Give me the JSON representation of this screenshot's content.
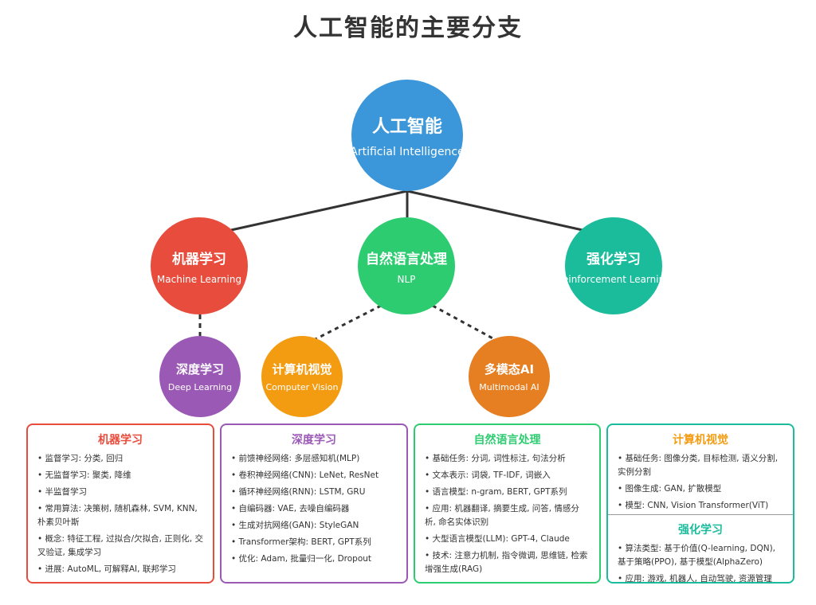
{
  "title": "人工智能的主要分支",
  "nodes": {
    "root": {
      "zh": "人工智能",
      "en": "Artificial Intelligence"
    },
    "ml": {
      "zh": "机器学习",
      "en": "Machine Learning"
    },
    "nlp": {
      "zh": "自然语言处理",
      "en": "NLP"
    },
    "rl": {
      "zh": "强化学习",
      "en": "Reinforcement Learning"
    },
    "dl": {
      "zh": "深度学习",
      "en": "Deep Learning"
    },
    "cv": {
      "zh": "计算机视觉",
      "en": "Computer Vision"
    },
    "mm": {
      "zh": "多模态AI",
      "en": "Multimodal AI"
    }
  },
  "colors": {
    "ai": "#3b97d9",
    "ml": "#e74c3c",
    "nlp": "#2ecc71",
    "rl": "#1abc9c",
    "dl": "#9b59b6",
    "cv": "#f39c12",
    "mm": "#e67e22",
    "edge": "#333333"
  },
  "boxes": {
    "ml": {
      "title": "机器学习",
      "items": [
        "• 监督学习: 分类, 回归",
        "• 无监督学习: 聚类, 降维",
        "• 半监督学习",
        "• 常用算法: 决策树, 随机森林, SVM, KNN, 朴素贝叶斯",
        "• 概念: 特征工程, 过拟合/欠拟合, 正则化, 交叉验证, 集成学习",
        "• 进展: AutoML, 可解释AI, 联邦学习"
      ]
    },
    "dl": {
      "title": "深度学习",
      "items": [
        "• 前馈神经网络: 多层感知机(MLP)",
        "• 卷积神经网络(CNN): LeNet, ResNet",
        "• 循环神经网络(RNN): LSTM, GRU",
        "• 自编码器: VAE, 去噪自编码器",
        "• 生成对抗网络(GAN): StyleGAN",
        "• Transformer架构: BERT, GPT系列",
        "• 优化: Adam, 批量归一化, Dropout"
      ]
    },
    "nlp": {
      "title": "自然语言处理",
      "items": [
        "• 基础任务: 分词, 词性标注, 句法分析",
        "• 文本表示: 词袋, TF-IDF, 词嵌入",
        "• 语言模型: n-gram, BERT, GPT系列",
        "• 应用: 机器翻译, 摘要生成, 问答, 情感分析, 命名实体识别",
        "• 大型语言模型(LLM): GPT-4, Claude",
        "• 技术: 注意力机制, 指令微调, 思维链, 检索增强生成(RAG)"
      ]
    },
    "cv": {
      "title": "计算机视觉",
      "items": [
        "• 基础任务: 图像分类, 目标检测, 语义分割, 实例分割",
        "• 图像生成: GAN, 扩散模型",
        "• 模型: CNN, Vision Transformer(ViT)"
      ]
    },
    "rl": {
      "title": "强化学习",
      "items": [
        "• 算法类型: 基于价值(Q-learning, DQN), 基于策略(PPO), 基于模型(AlphaZero)",
        "• 应用: 游戏, 机器人, 自动驾驶, 资源管理"
      ]
    }
  }
}
